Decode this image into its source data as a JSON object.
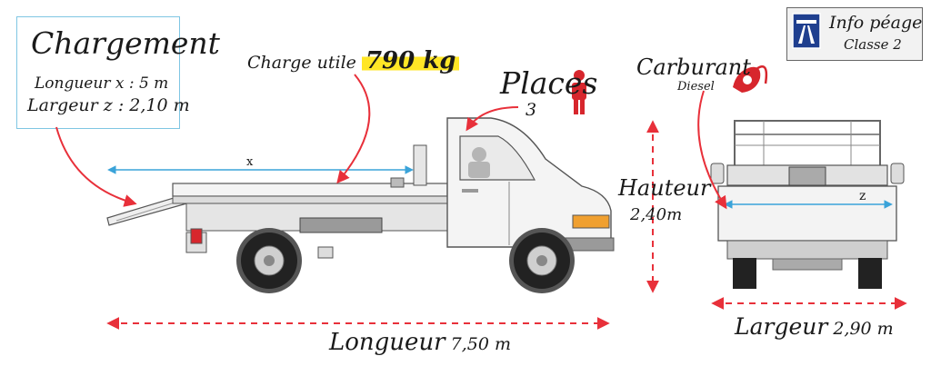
{
  "chargement": {
    "title": "Chargement",
    "length_text": "Longueur x : 5 m",
    "width_text": "Largeur z : 2,10 m"
  },
  "charge_utile": {
    "label": "Charge utile",
    "value": "790 kg"
  },
  "places": {
    "label": "Places",
    "count": "3"
  },
  "carburant": {
    "label": "Carburant",
    "type": "Diesel"
  },
  "hauteur": {
    "label": "Hauteur",
    "value": "2,40m"
  },
  "longueur": {
    "label": "Longueur",
    "value": "7,50 m"
  },
  "largeur": {
    "label": "Largeur",
    "value": "2,90 m"
  },
  "dimension_letters": {
    "x": "x",
    "z": "z"
  },
  "peage": {
    "title": "Info péage",
    "class": "Classe 2"
  },
  "icons": [
    "person-icon",
    "fuel-pump-icon",
    "highway-sign-icon"
  ],
  "colors": {
    "arrow": "#e8303a",
    "dimension": "#3aa3d9",
    "highlight": "#ffe626",
    "box_border": "#7fc6e3"
  }
}
